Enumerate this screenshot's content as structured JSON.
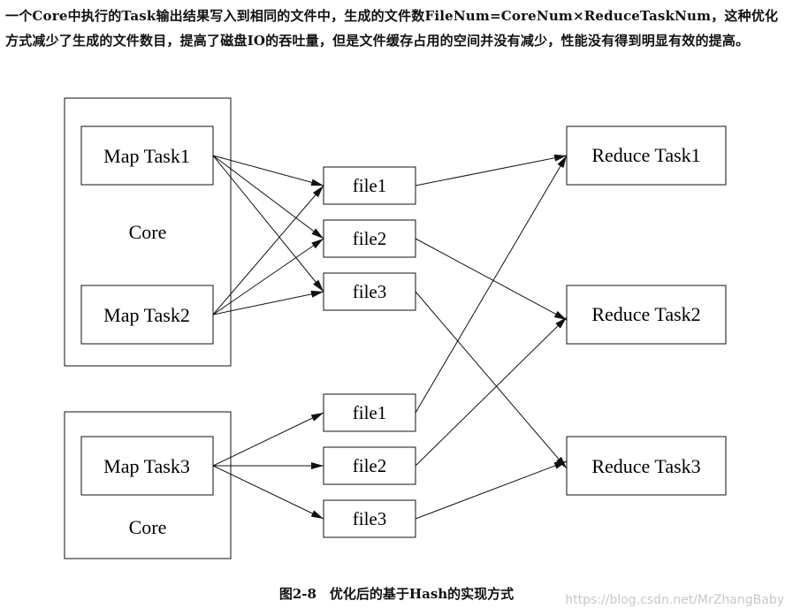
{
  "intro_text": "一个Core中执行的Task输出结果写入到相同的文件中，生成的文件数FileNum=CoreNum×ReduceTaskNum，这种优化方式减少了生成的文件数目，提高了磁盘IO的吞吐量，但是文件缓存占用的空间并没有减少，性能没有得到明显有效的提高。",
  "diagram": {
    "core1": {
      "label": "Core",
      "tasks": [
        "Map Task1",
        "Map Task2"
      ],
      "files": [
        "file1",
        "file2",
        "file3"
      ]
    },
    "core2": {
      "label": "Core",
      "tasks": [
        "Map Task3"
      ],
      "files": [
        "file1",
        "file2",
        "file3"
      ]
    },
    "reduce_tasks": [
      "Reduce Task1",
      "Reduce Task2",
      "Reduce Task3"
    ]
  },
  "caption": "图2-8　优化后的基于Hash的实现方式",
  "watermark": "https://blog.csdn.net/MrZhangBaby"
}
